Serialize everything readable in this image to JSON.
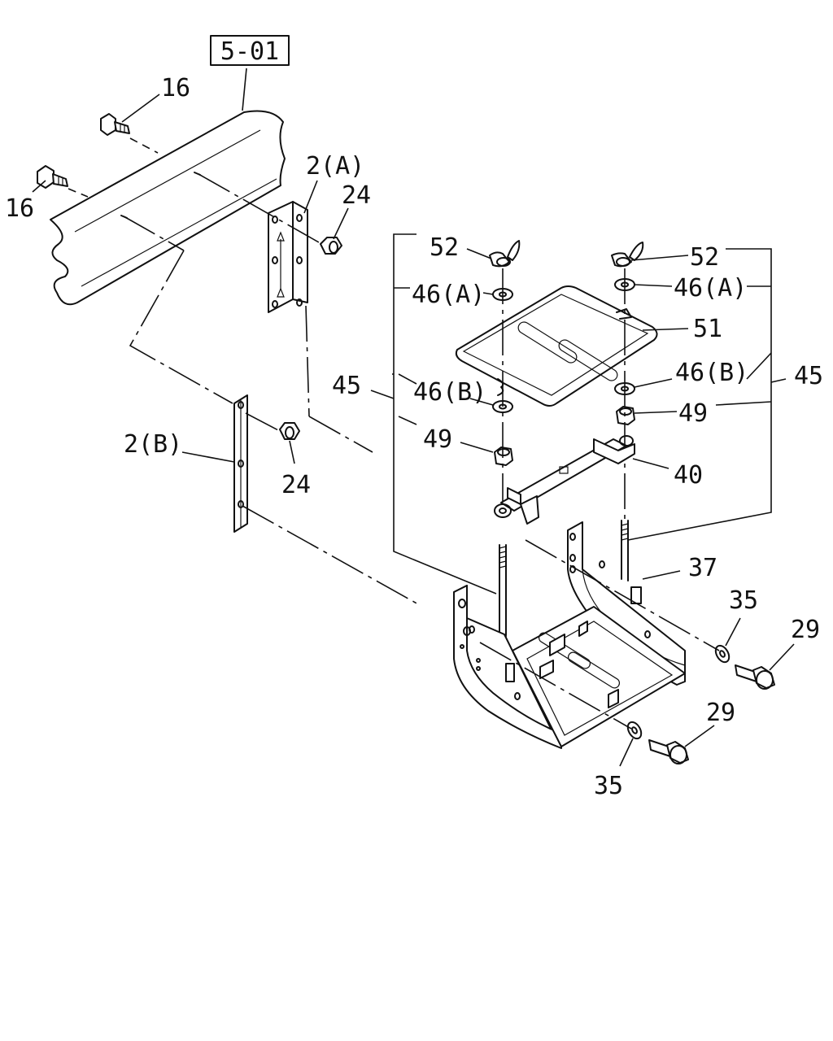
{
  "diagram": {
    "reference_box": "5-01",
    "callouts": {
      "c16a": "16",
      "c16b": "16",
      "c2a": "2(A)",
      "c24a": "24",
      "c2b": "2(B)",
      "c24b": "24",
      "c52l": "52",
      "c52r": "52",
      "c46al": "46(A)",
      "c46ar": "46(A)",
      "c51": "51",
      "c45l": "45",
      "c45r": "45",
      "c46bl": "46(B)",
      "c46br": "46(B)",
      "c49l": "49",
      "c49r": "49",
      "c40": "40",
      "c37": "37",
      "c35a": "35",
      "c35b": "35",
      "c29a": "29",
      "c29b": "29"
    }
  }
}
